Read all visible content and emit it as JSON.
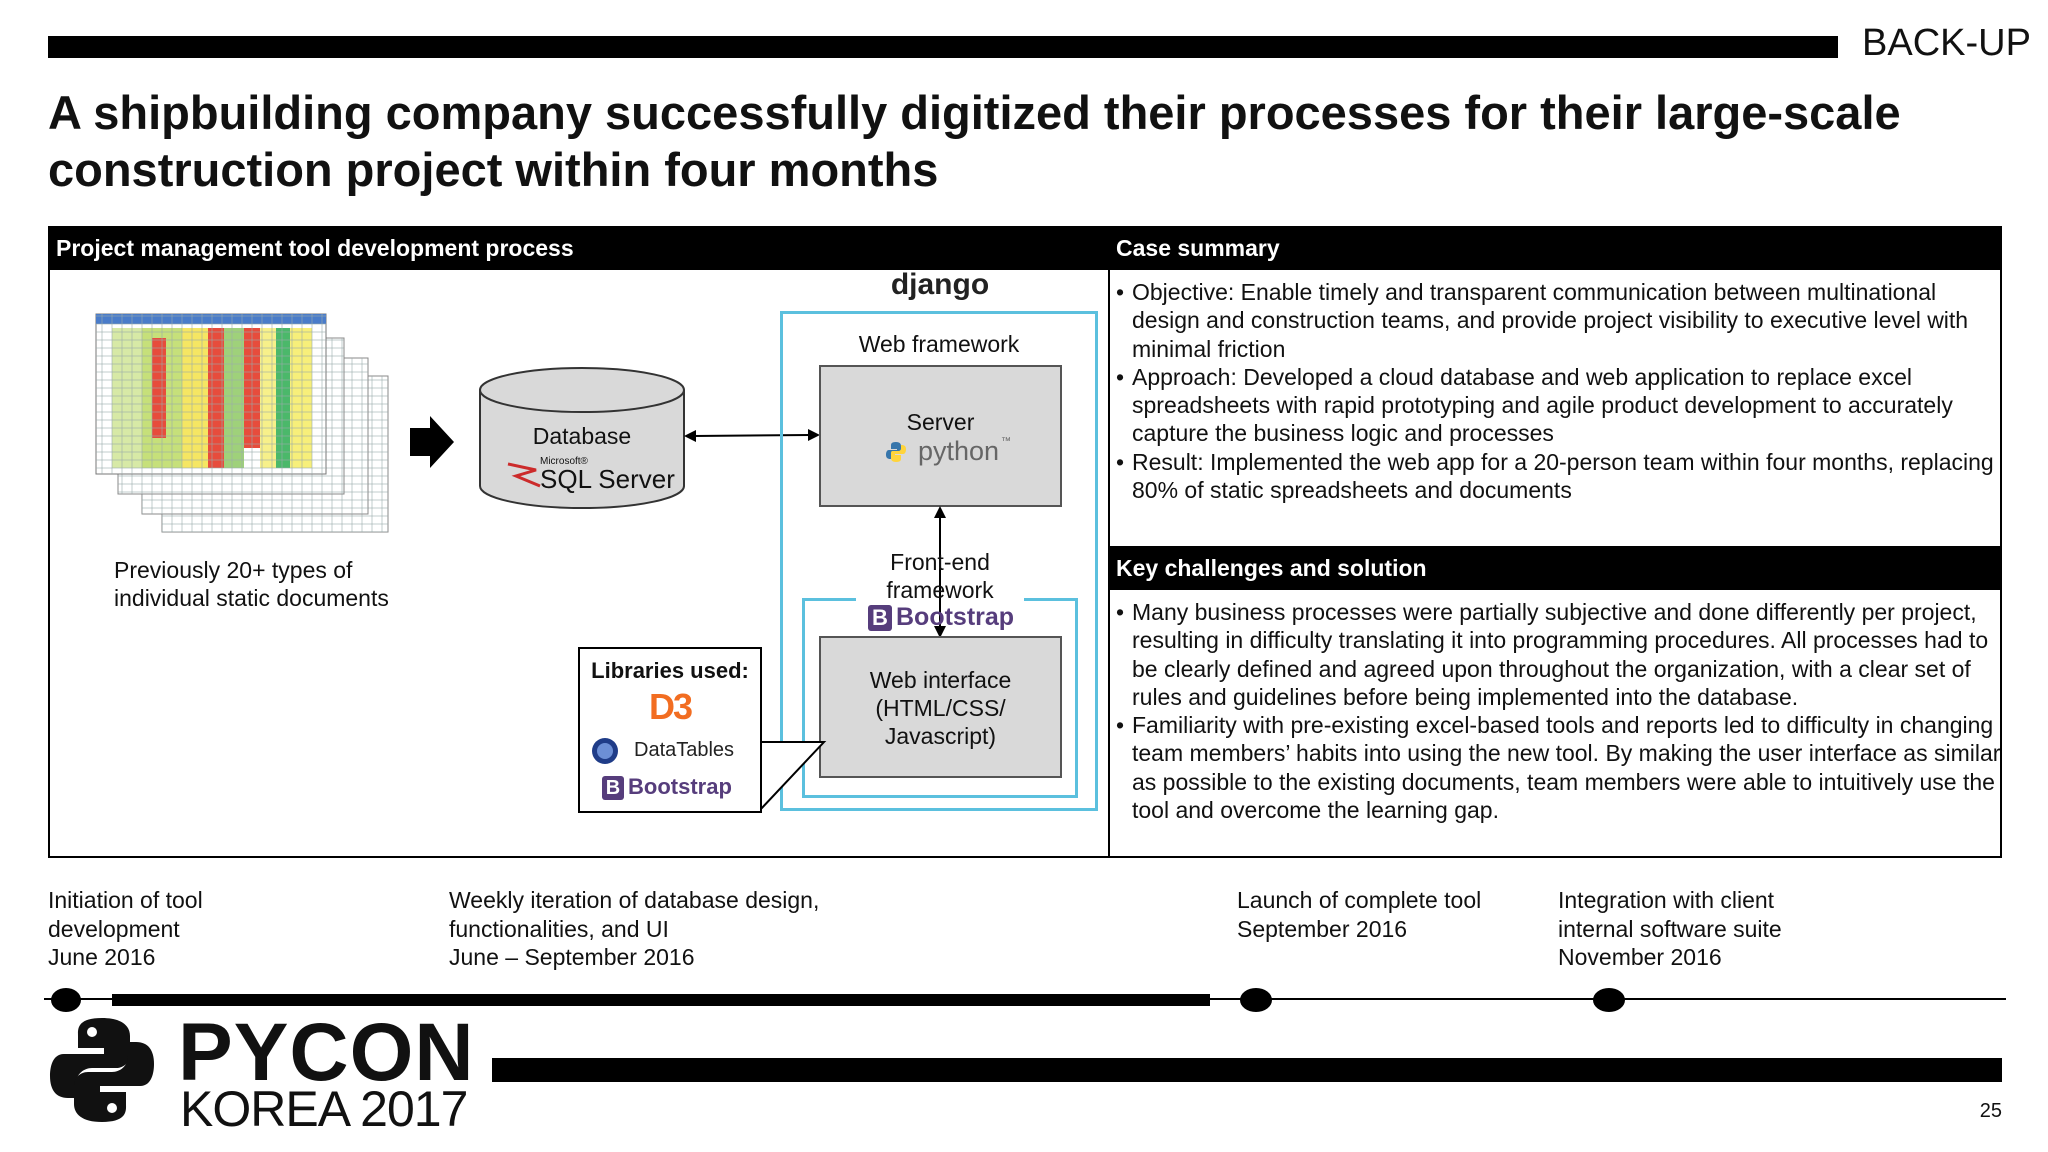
{
  "header": {
    "tag": "BACK-UP",
    "title": "A shipbuilding company successfully digitized their processes for their large-scale construction project within four months"
  },
  "left_panel": {
    "heading": "Project management tool development process",
    "spreadsheets_caption_line1": "Previously 20+ types of",
    "spreadsheets_caption_line2": "individual static documents",
    "database_label": "Database",
    "sqlserver_small": "Microsoft®",
    "sqlserver_label": "SQL Server",
    "django_label": "django",
    "web_framework_label": "Web framework",
    "server_label": "Server",
    "python_label": "python",
    "python_tm": "™",
    "frontend_line1": "Front-end",
    "frontend_line2": "framework",
    "bootstrap_label": "Bootstrap",
    "bootstrap_letter": "B",
    "web_interface_line1": "Web interface",
    "web_interface_line2": "(HTML/CSS/",
    "web_interface_line3": "Javascript)",
    "libraries_heading": "Libraries used:",
    "libraries": {
      "d3": "D3",
      "datatables": "DataTables",
      "bootstrap": "Bootstrap",
      "bootstrap_letter": "B"
    }
  },
  "case_summary": {
    "heading": "Case summary",
    "items": [
      "Objective: Enable timely and transparent communication between multinational design and construction teams, and provide project visibility to executive level with minimal friction",
      "Approach: Developed a cloud database and web application to replace excel spreadsheets with rapid prototyping and agile product development to accurately capture the business logic and processes",
      "Result: Implemented the web app for a 20-person team within four months, replacing 80% of static spreadsheets and documents"
    ]
  },
  "key_challenges": {
    "heading": "Key challenges and solution",
    "items": [
      "Many business processes were partially subjective and done differently per project, resulting in difficulty translating it into programming procedures. All processes had to be clearly defined and agreed upon throughout the organization, with a clear set of rules and guidelines before being implemented into the database.",
      "Familiarity with pre-existing excel-based tools and reports led to difficulty in changing team members’ habits into using the new tool. By making the user interface as similar as possible to the existing documents, team members were able to intuitively use the tool and overcome the learning gap."
    ]
  },
  "timeline": [
    {
      "lines": [
        "Initiation of tool",
        "development",
        "June 2016"
      ]
    },
    {
      "lines": [
        "Weekly iteration of database design,",
        "functionalities, and UI",
        "June – September 2016"
      ]
    },
    {
      "lines": [
        "Launch of complete tool",
        "September 2016"
      ]
    },
    {
      "lines": [
        "Integration with client",
        "internal software suite",
        "November 2016"
      ]
    }
  ],
  "footer": {
    "logo_word": "PYCON",
    "logo_sub": "KOREA 2017",
    "page_number": "25"
  },
  "colors": {
    "accent_blue": "#5bc0de",
    "bootstrap_purple": "#563d7c",
    "d3_orange": "#f26d21",
    "dark": "#000000"
  }
}
